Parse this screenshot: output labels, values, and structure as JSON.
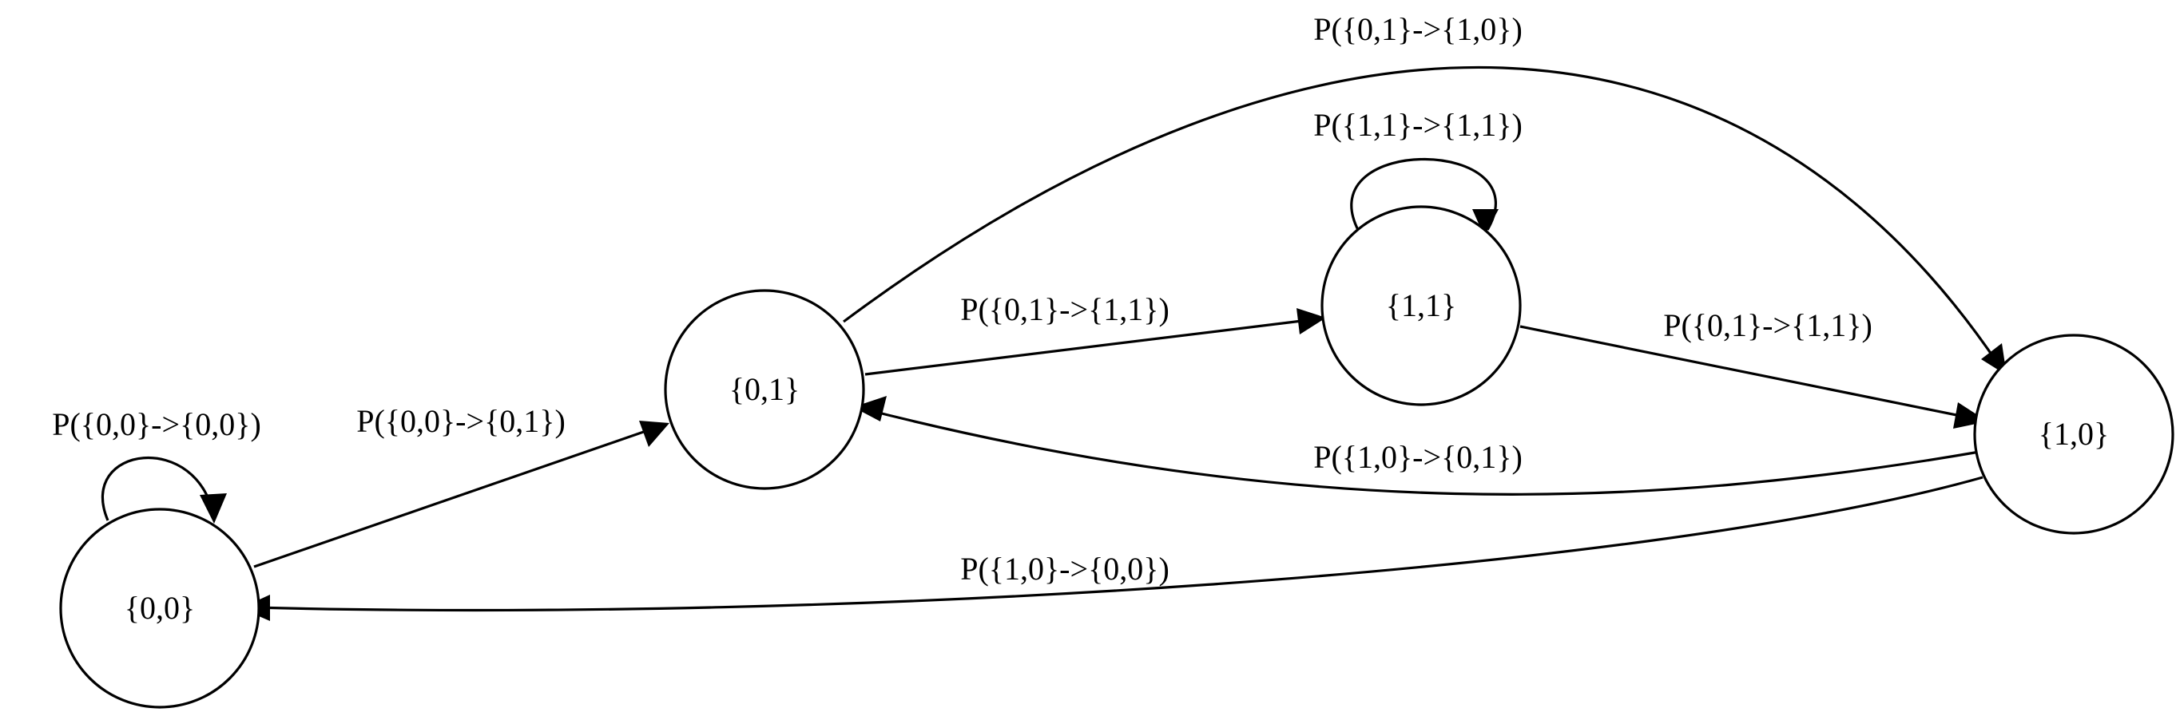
{
  "colors": {
    "stroke": "#000000",
    "background": "#ffffff",
    "text": "#000000"
  },
  "nodes": {
    "s00": "{0,0}",
    "s01": "{0,1}",
    "s11": "{1,1}",
    "s10": "{1,0}"
  },
  "edges": {
    "s00_s00": "P({0,0}->{0,0})",
    "s00_s01": "P({0,0}->{0,1})",
    "s01_s11": "P({0,1}->{1,1})",
    "s01_s10": "P({0,1}->{1,0})",
    "s11_s11": "P({1,1}->{1,1})",
    "s11_s10": "P({0,1}->{1,1})",
    "s10_s01": "P({1,0}->{0,1})",
    "s10_s00": "P({1,0}->{0,0})"
  }
}
